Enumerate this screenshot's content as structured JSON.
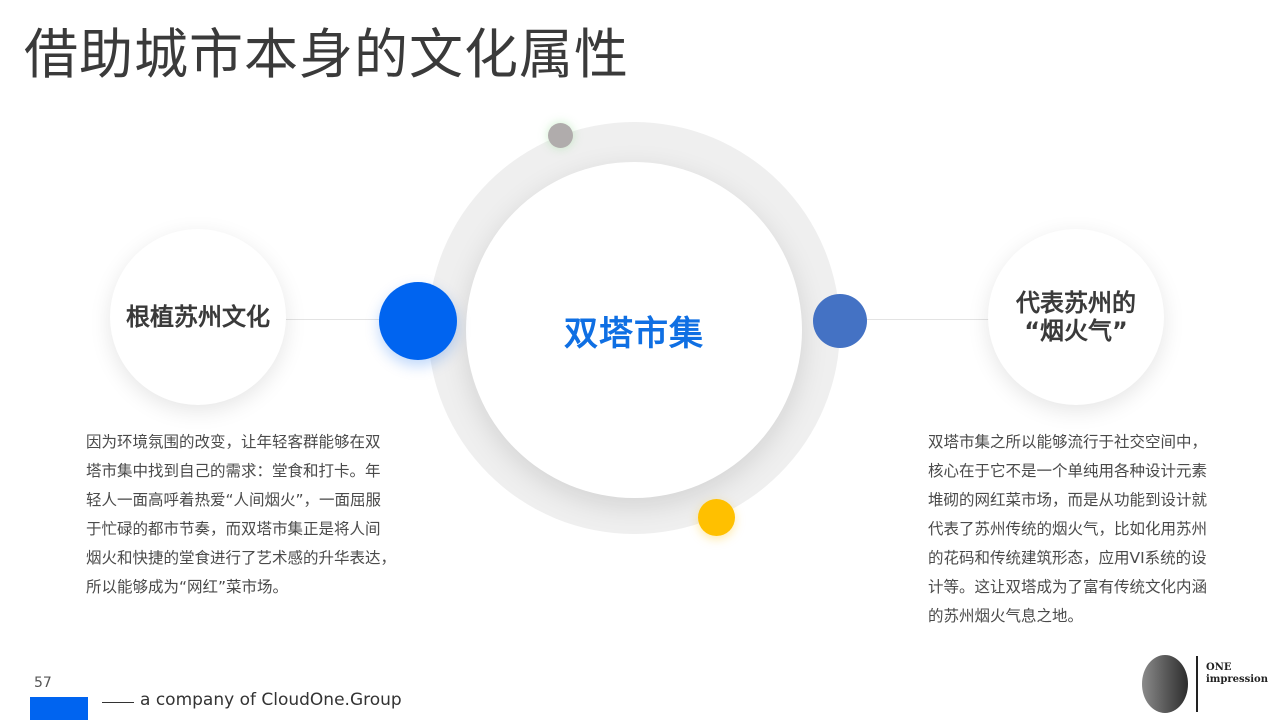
{
  "slide": {
    "title": "借助城市本身的文化属性",
    "page_number": "57"
  },
  "center": {
    "label": "双塔市集"
  },
  "left_topic": {
    "label": "根植苏州文化",
    "body_lines": [
      "因为环境氛围的改变，让年轻客群能够在双",
      "塔市集中找到自己的需求：堂食和打卡。年",
      "轻人一面高呼着热爱“人间烟火”，一面屈服",
      "于忙碌的都市节奏，而双塔市集正是将人间",
      "烟火和快捷的堂食进行了艺术感的升华表达，",
      "所以能够成为“网红”菜市场。"
    ]
  },
  "right_topic": {
    "label": "代表苏州的\n“烟火气”",
    "body_lines": [
      "双塔市集之所以能够流行于社交空间中，",
      "核心在于它不是一个单纯用各种设计元素",
      "堆砌的网红菜市场，而是从功能到设计就",
      "代表了苏州传统的烟火气，比如化用苏州",
      "的花码和传统建筑形态，应用VI系统的设",
      "计等。这让双塔成为了富有传统文化内涵",
      "的苏州烟火气息之地。"
    ]
  },
  "footer": {
    "tagline": "a company of CloudOne.Group",
    "logo_line1": "ONE",
    "logo_line2": "impression"
  },
  "colors": {
    "accent_blue": "#0064f0",
    "center_text_blue": "#0f6fe3",
    "mid_blue": "#4472c4",
    "yellow": "#ffc000",
    "gray_dot": "#b0acac"
  }
}
